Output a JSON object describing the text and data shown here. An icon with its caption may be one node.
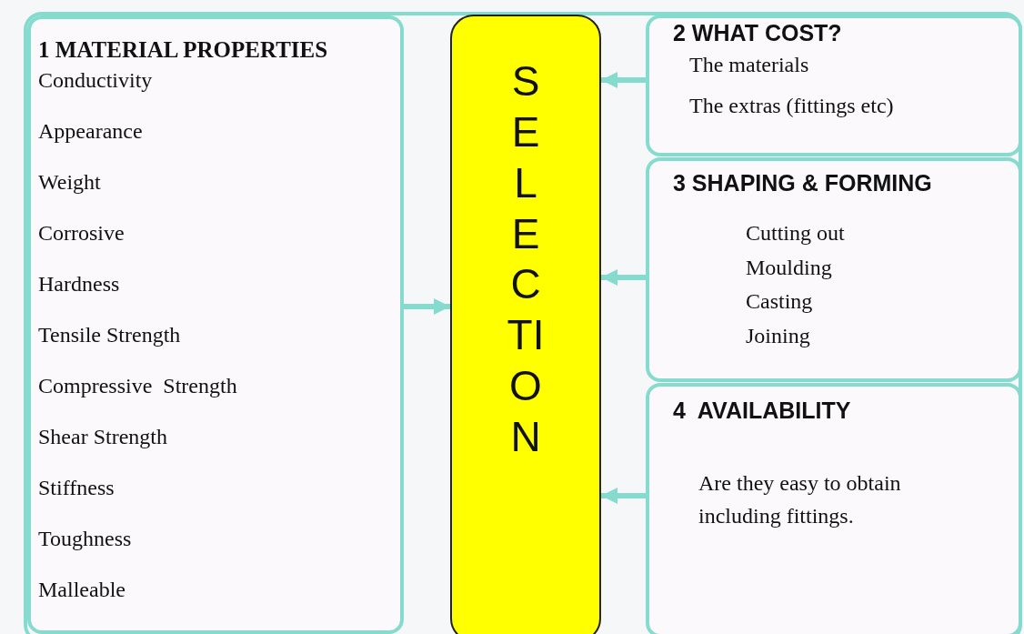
{
  "diagram": {
    "nodes": [
      {
        "text": [
          "1 MATERIAL PROPERTIES",
          "Conductivity",
          "Appearance",
          "Weight",
          "Corrosive",
          "Hardness",
          "Tensile Strength",
          "Compressive  Strength",
          "Shear Strength",
          "Stiffness",
          "Toughness",
          "Malleable"
        ]
      },
      {
        "text": [
          "SELECTION"
        ]
      },
      {
        "text": [
          "2 WHAT COST?",
          "The materials",
          "The extras (fittings etc)"
        ]
      },
      {
        "text": [
          "3 SHAPING & FORMING",
          "Cutting out",
          "Moulding",
          "Casting",
          "Joining"
        ]
      },
      {
        "text": [
          "4  AVAILABILITY",
          "Are they easy to obtain including fittings."
        ]
      }
    ],
    "edges": [
      {
        "from": 0,
        "to": 1,
        "arrow": "to"
      },
      {
        "from": 2,
        "to": 1,
        "arrow": "to"
      },
      {
        "from": 3,
        "to": 1,
        "arrow": "to"
      },
      {
        "from": 4,
        "to": 1,
        "arrow": "to"
      }
    ]
  }
}
